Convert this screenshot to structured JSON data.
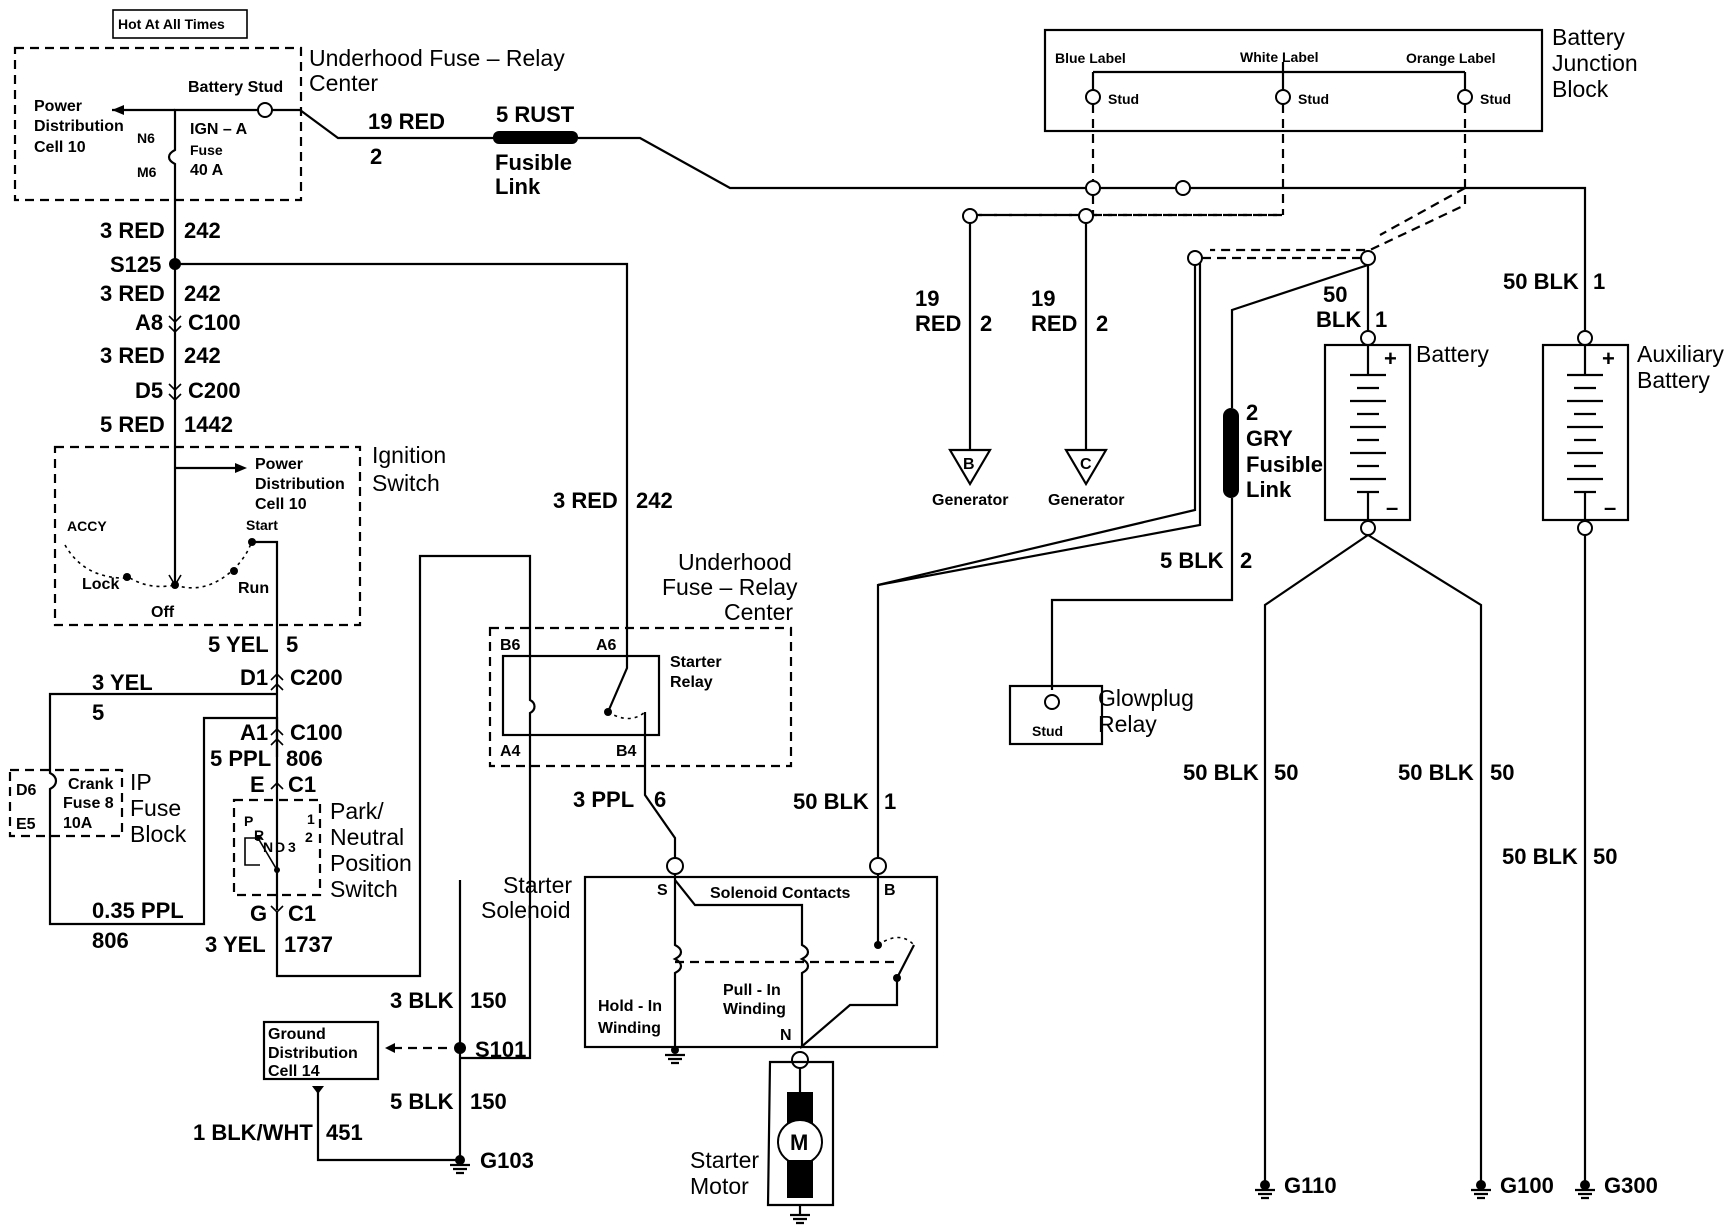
{
  "header": {
    "hot_at_all_times": "Hot At All Times"
  },
  "underhood_fuse_relay_top": {
    "title_line1": "Underhood Fuse – Relay",
    "title_line2": "Center",
    "battery_stud": "Battery Stud",
    "power_dist_line1": "Power",
    "power_dist_line2": "Distribution",
    "power_dist_line3": "Cell 10",
    "n6": "N6",
    "m6": "M6",
    "fuse_line1": "IGN – A",
    "fuse_line2": "Fuse",
    "fuse_line3": "40 A"
  },
  "wires": {
    "w19red": "19 RED",
    "w19red_num": "2",
    "w5rust": "5 RUST",
    "fusible_line1": "Fusible",
    "fusible_line2": "Link",
    "w3red_a": "3 RED",
    "w242_a": "242",
    "s125": "S125",
    "w3red_b": "3 RED",
    "w242_b": "242",
    "a8": "A8",
    "c100_a": "C100",
    "w3red_c": "3 RED",
    "w242_c": "242",
    "d5": "D5",
    "c200_a": "C200",
    "w5red": "5 RED",
    "w1442": "1442",
    "w3red_relay": "3 RED",
    "w242_relay": "242",
    "w5yel": "5 YEL",
    "w5yel_num": "5",
    "w3yel": "3 YEL",
    "w3yel_num": "5",
    "d1": "D1",
    "c200_b": "C200",
    "a1": "A1",
    "c100_b": "C100",
    "w5ppl": "5 PPL",
    "w806": "806",
    "e": "E",
    "c1_a": "C1",
    "g": "G",
    "c1_b": "C1",
    "w3yel_b": "3 YEL",
    "w1737": "1737",
    "w035ppl": "0.35 PPL",
    "w806_b": "806",
    "w3ppl": "3 PPL",
    "w6": "6",
    "w3blk": "3 BLK",
    "w150_a": "150",
    "s101": "S101",
    "w5blk": "5 BLK",
    "w150_b": "150",
    "w1blkwht": "1 BLK/WHT",
    "w451": "451",
    "g103": "G103",
    "w50blk_starter": "50 BLK",
    "w1_starter": "1",
    "w19_a": "19",
    "red_a": "RED",
    "two_a": "2",
    "w19_b": "19",
    "red_b": "RED",
    "two_b": "2",
    "w50_bat": "50",
    "blk_bat": "BLK",
    "one_bat": "1",
    "w50blk_aux": "50 BLK",
    "one_aux": "1",
    "gry_num": "2",
    "gry": "GRY",
    "gry_fus1": "Fusible",
    "gry_fus2": "Link",
    "w5blk_glow": "5 BLK",
    "two_glow": "2",
    "w50blk_g110": "50 BLK",
    "w50_g110": "50",
    "w50blk_g100": "50 BLK",
    "w50_g100": "50",
    "w50blk_g300": "50 BLK",
    "w50_g300": "50"
  },
  "ignition_switch": {
    "title1": "Ignition",
    "title2": "Switch",
    "pd1": "Power",
    "pd2": "Distribution",
    "pd3": "Cell 10",
    "accy": "ACCY",
    "start": "Start",
    "lock": "Lock",
    "run": "Run",
    "off": "Off"
  },
  "ip_fuse_block": {
    "d6": "D6",
    "e5": "E5",
    "crank": "Crank",
    "fuse8": "Fuse 8",
    "amp": "10A",
    "title1": "IP",
    "title2": "Fuse",
    "title3": "Block"
  },
  "park_neutral": {
    "title1": "Park/",
    "title2": "Neutral",
    "title3": "Position",
    "title4": "Switch",
    "p": "P",
    "r": "R",
    "n": "N",
    "d": "D",
    "three": "3",
    "two": "2",
    "one": "1"
  },
  "starter_relay_box": {
    "title1": "Underhood",
    "title2": "Fuse – Relay",
    "title3": "Center",
    "b6": "B6",
    "a6": "A6",
    "a4": "A4",
    "b4": "B4",
    "relay1": "Starter",
    "relay2": "Relay"
  },
  "starter": {
    "solenoid1": "Starter",
    "solenoid2": "Solenoid",
    "s": "S",
    "b": "B",
    "n": "N",
    "contacts": "Solenoid Contacts",
    "hold1": "Hold - In",
    "hold2": "Winding",
    "pull1": "Pull - In",
    "pull2": "Winding",
    "m": "M",
    "motor1": "Starter",
    "motor2": "Motor"
  },
  "ground_dist": {
    "line1": "Ground",
    "line2": "Distribution",
    "line3": "Cell 14"
  },
  "junction_block": {
    "title1": "Battery",
    "title2": "Junction",
    "title3": "Block",
    "blue": "Blue Label",
    "white": "White Label",
    "orange": "Orange Label",
    "stud1": "Stud",
    "stud2": "Stud",
    "stud3": "Stud"
  },
  "generators": {
    "b": "B",
    "gen_b": "Generator",
    "c": "C",
    "gen_c": "Generator"
  },
  "batteries": {
    "battery": "Battery",
    "aux1": "Auxiliary",
    "aux2": "Battery",
    "plus": "+",
    "minus": "–"
  },
  "glowplug": {
    "stud": "Stud",
    "title1": "Glowplug",
    "title2": "Relay"
  },
  "grounds": {
    "g110": "G110",
    "g100": "G100",
    "g300": "G300"
  }
}
